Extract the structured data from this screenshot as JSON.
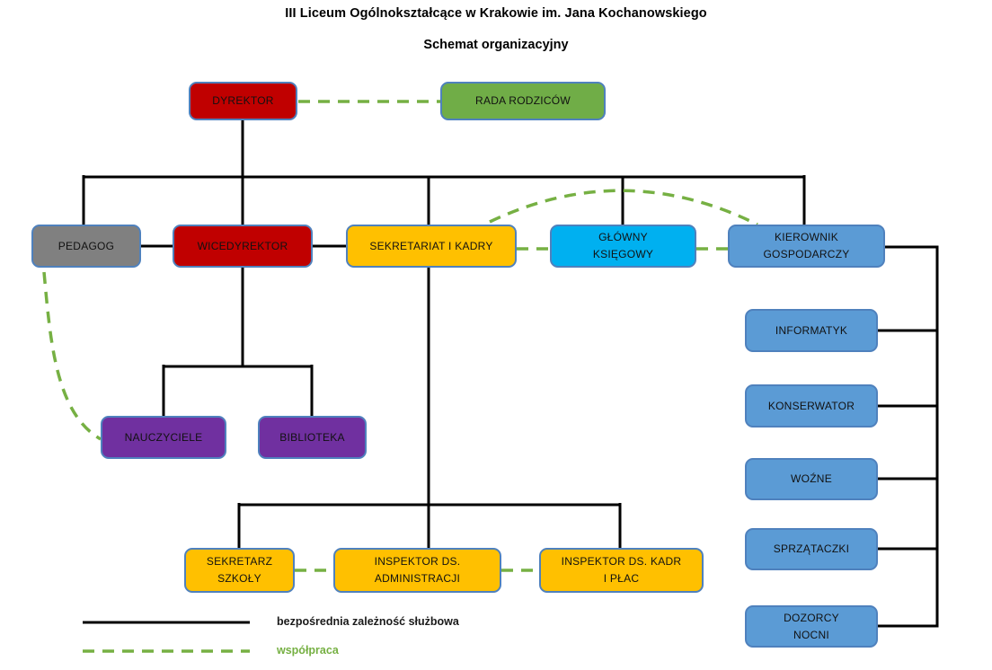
{
  "title": "III Liceum Ogólnokształcące w Krakowie im. Jana Kochanowskiego",
  "subtitle": "Schemat organizacyjny",
  "colors": {
    "solid_line": "#000000",
    "dashed_line": "#76b043",
    "box_border": "#4f81bd",
    "red": "#c00000",
    "green": "#70ad47",
    "gray": "#808080",
    "amber": "#ffc000",
    "cyan": "#00b0f0",
    "blue": "#5b9bd5",
    "purple": "#7030a0"
  },
  "nodes": {
    "dyrektor": {
      "label": "DYREKTOR",
      "color": "#c00000"
    },
    "rada_rodzicow": {
      "label": "RADA RODZICÓW",
      "color": "#70ad47"
    },
    "pedagog": {
      "label": "PEDAGOG",
      "color": "#808080"
    },
    "wicedyrektor": {
      "label": "WICEDYREKTOR",
      "color": "#c00000"
    },
    "sekretariat_i_kadry": {
      "label": "SEKRETARIAT I KADRY",
      "color": "#ffc000"
    },
    "glowny_ksiegowy": {
      "label": "GŁÓWNY\nKSIĘGOWY",
      "color": "#00b0f0"
    },
    "kierownik_gospodarczy": {
      "label": "KIEROWNIK\nGOSPODARCZY",
      "color": "#5b9bd5"
    },
    "nauczyciele": {
      "label": "NAUCZYCIELE",
      "color": "#7030a0"
    },
    "biblioteka": {
      "label": "BIBLIOTEKA",
      "color": "#7030a0"
    },
    "sekretarz_szkoly": {
      "label": "SEKRETARZ\nSZKOŁY",
      "color": "#ffc000"
    },
    "inspektor_administracji": {
      "label": "INSPEKTOR DS.\nADMINISTRACJI",
      "color": "#ffc000"
    },
    "inspektor_kadr_i_plac": {
      "label": "INSPEKTOR DS. KADR\nI PŁAC",
      "color": "#ffc000"
    },
    "informatyk": {
      "label": "INFORMATYK",
      "color": "#5b9bd5"
    },
    "konserwator": {
      "label": "KONSERWATOR",
      "color": "#5b9bd5"
    },
    "wozne": {
      "label": "WOŹNE",
      "color": "#5b9bd5"
    },
    "sprzataczki": {
      "label": "SPRZĄTACZKI",
      "color": "#5b9bd5"
    },
    "dozorcy_nocni": {
      "label": "DOZORCY\nNOCNI",
      "color": "#5b9bd5"
    }
  },
  "legend": {
    "solid_label": "bezpośrednia zależność służbowa",
    "dashed_label": "współpraca"
  }
}
